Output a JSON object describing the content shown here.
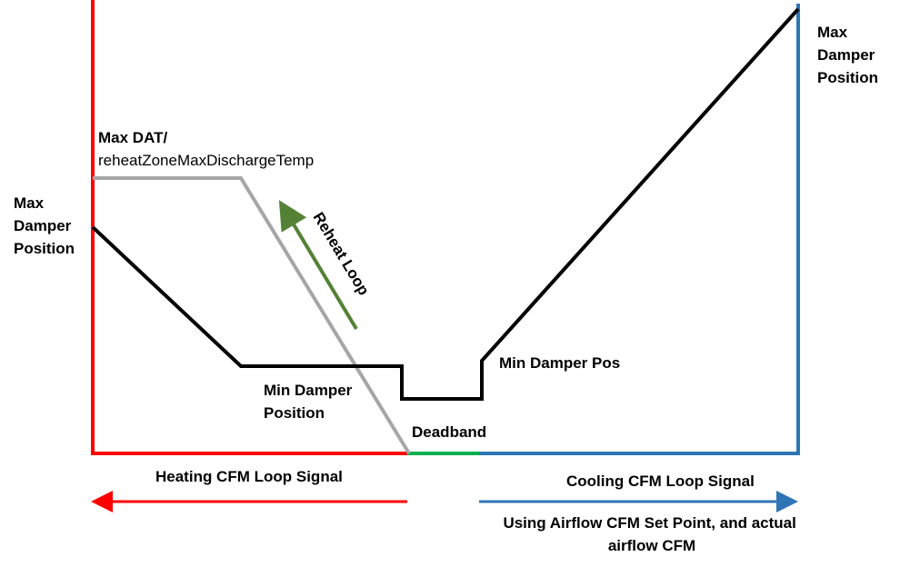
{
  "labels": {
    "max_damper_left": [
      "Max",
      "Damper",
      "Position"
    ],
    "max_damper_right": [
      "Max",
      "Damper",
      "Position"
    ],
    "max_dat_line1": "Max DAT/",
    "max_dat_line2": "reheatZoneMaxDischargeTemp",
    "reheat_loop": "Reheat Loop",
    "min_damper_position": [
      "Min Damper",
      "Position"
    ],
    "min_damper_pos": "Min Damper Pos",
    "deadband": "Deadband",
    "heating_signal": "Heating CFM Loop Signal",
    "cooling_signal": "Cooling CFM Loop Signal",
    "cooling_note": [
      "Using Airflow CFM Set Point, and actual",
      "airflow CFM"
    ]
  },
  "colors": {
    "heating": "#ff0000",
    "deadband": "#00b050",
    "cooling": "#2e75b6",
    "damper_line": "#000000",
    "dat_line": "#a6a6a6",
    "reheat_arrow": "#548235"
  }
}
